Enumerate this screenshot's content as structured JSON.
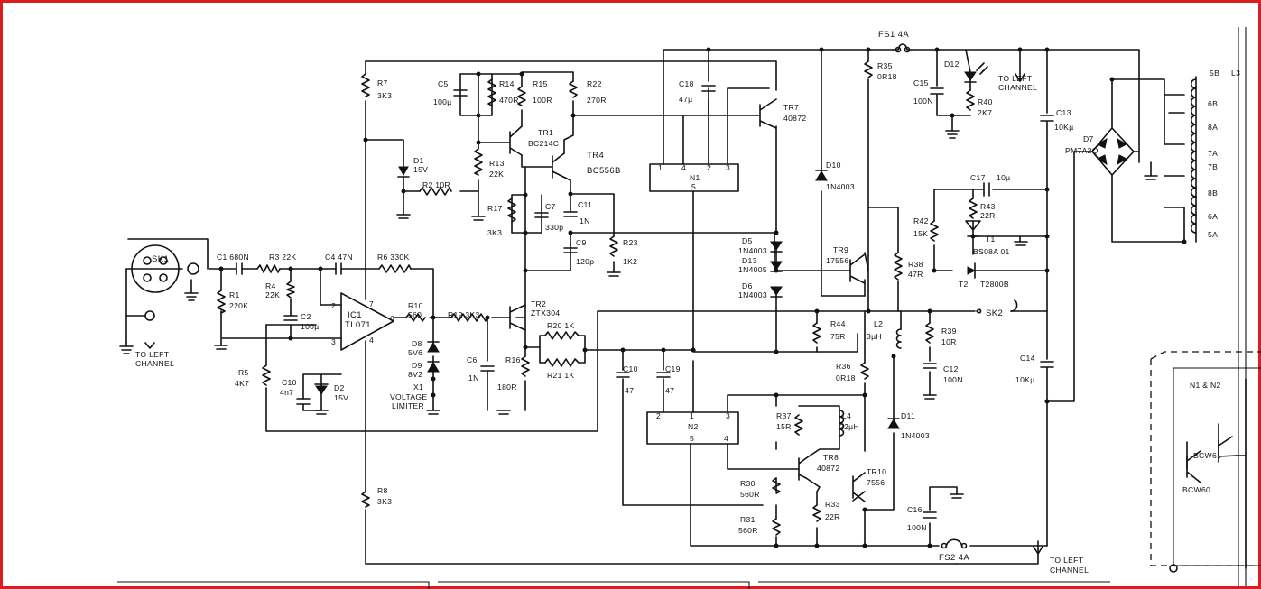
{
  "frame_color": "#d81e1e",
  "labels": {
    "sk1": "SK1",
    "to_left_channel": "TO LEFT",
    "channel": "CHANNEL",
    "c1": "C1  680N",
    "r3": "R3 22K",
    "c4": "C4 47N",
    "r6": "R6  330K",
    "r1": "R1",
    "r1v": "220K",
    "r4": "R4",
    "r4v": "22K",
    "c2": "C2",
    "c2v": "100µ",
    "ic1": "IC1",
    "ic1v": "TL071",
    "p2": "2",
    "p3": "3",
    "p6": "6",
    "p7": "7",
    "p4": "4",
    "r5": "R5",
    "r5v": "4K7",
    "c10b": "C10",
    "c10bv": "4n7",
    "d2": "D2",
    "d2v": "15V",
    "r7": "R7",
    "r7v": "3K3",
    "d1": "D1",
    "d1v": "15V",
    "r2": "R2  10R",
    "c5": "C5",
    "c5v": "100µ",
    "r14": "R14",
    "r14v": "470R",
    "r15": "R15",
    "r15v": "100R",
    "r22": "R22",
    "r22v": "270R",
    "tr1": "TR1",
    "tr1v": "BC214C",
    "r13": "R13",
    "r13v": "22K",
    "tr4": "TR4",
    "tr4v": "BC556B",
    "r17": "R17",
    "r17v": "3K3",
    "c7": "C7",
    "c7v": "330p",
    "c11": "C11",
    "c11v": "1N",
    "c9": "C9",
    "c9v": "120p",
    "r23": "R23",
    "r23v": "1K2",
    "r10": "R10",
    "r10v": "560",
    "r12": "R12  3K3",
    "d8": "D8",
    "d8v": "5V6",
    "d9": "D9",
    "d9v": "8V2",
    "x1": "X1",
    "vl1": "VOLTAGE",
    "vl2": "LIMITER",
    "tr2": "TR2",
    "tr2v": "ZTX304",
    "r20": "R20  1K",
    "r21": "R21  1K",
    "c6": "C6",
    "c6v": "1N",
    "r16": "R16",
    "r16v": "180R",
    "r8": "R8",
    "r8v": "3K3",
    "c18": "C18",
    "c18v": "47µ",
    "tr7": "TR7",
    "tr7v": "40872",
    "n1": "N1",
    "n1p": "5",
    "n1_1": "1",
    "n1_4": "4",
    "n1_2": "2",
    "n1_3": "3",
    "fs1": "FS1  4A",
    "r35": "R35",
    "r35v": "0R18",
    "c15": "C15",
    "c15v": "100N",
    "d12": "D12",
    "r40": "R40",
    "r40v": "2K7",
    "c13": "C13",
    "c13v": "10Kµ",
    "d7": "D7",
    "d7v": "PM7A2Q",
    "l3": "L3",
    "t58": "5B",
    "t68": "6B",
    "t8a": "8A",
    "t7a": "7A",
    "t7b": "7B",
    "t8b": "8B",
    "t6a": "6A",
    "t5a": "5A",
    "d10": "D10",
    "d10v": "1N4003",
    "c17": "C17",
    "c17v": "10µ",
    "r43": "R43",
    "r43v": "22R",
    "t1": "T1",
    "t1v": "BS08A 01",
    "r42": "R42",
    "r42v": "15K",
    "t2": "T2",
    "t2v": "T2800B",
    "d5": "D5",
    "d5v": "1N4003",
    "d13": "D13",
    "d13v": "1N4005",
    "d6": "D6",
    "d6v": "1N4003",
    "tr9": "TR9",
    "tr9v": "17556",
    "r38": "R38",
    "r38v": "47R",
    "sk2": "SK2",
    "r44": "R44",
    "r44v": "75R",
    "l2": "L2",
    "l2v": "3µH",
    "r39": "R39",
    "r39v": "10R",
    "c12": "C12",
    "c12v": "100N",
    "r36": "R36",
    "r36v": "0R18",
    "c14": "C14",
    "c14v": "10Kµ",
    "c10": "C10",
    "c10v": "47",
    "c19": "C19",
    "c19v": "47",
    "n2": "N2",
    "n2p": "5",
    "n2_1": "1",
    "n2_2": "2",
    "n2_3": "3",
    "n2_4": "4",
    "r37": "R37",
    "r37v": "15R",
    "l4": "L4",
    "l4v": "22µH",
    "d11": "D11",
    "d11v": "1N4003",
    "tr8": "TR8",
    "tr8v": "40872",
    "tr10": "TR10",
    "tr10v": "7556",
    "r30": "R30",
    "r30v": "560R",
    "r31": "R31",
    "r31v": "560R",
    "r33": "R33",
    "r33v": "22R",
    "c16": "C16",
    "c16v": "100N",
    "fs2": "FS2  4A",
    "n1n2": "N1 & N2",
    "bcw61": "BCW61",
    "bcw60": "BCW60"
  }
}
